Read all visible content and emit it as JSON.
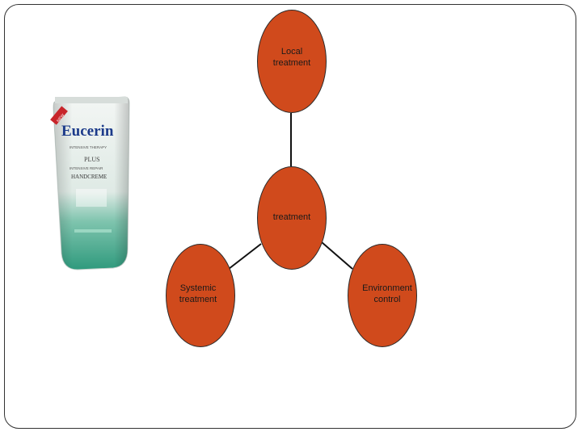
{
  "diagram": {
    "nodes": {
      "top": {
        "label": "Local\ntreatment"
      },
      "center": {
        "label": "treatment"
      },
      "left": {
        "label": "Systemic\ntreatment"
      },
      "right": {
        "label": "Environment\ncontrol"
      }
    },
    "node_fill": "#d04a1c",
    "connector_color": "#111111"
  },
  "product": {
    "brand": "Eucerin",
    "line": "INTENSIVE THERAPY",
    "variant": "PLUS",
    "subtitle": "INTENSIVE REPAIR",
    "name": "HANDCREME",
    "badge": "NEW",
    "colors": {
      "tube": "#e9efeb",
      "gradient_bottom": "#3aa488",
      "logo": "#1b3a8a"
    }
  }
}
